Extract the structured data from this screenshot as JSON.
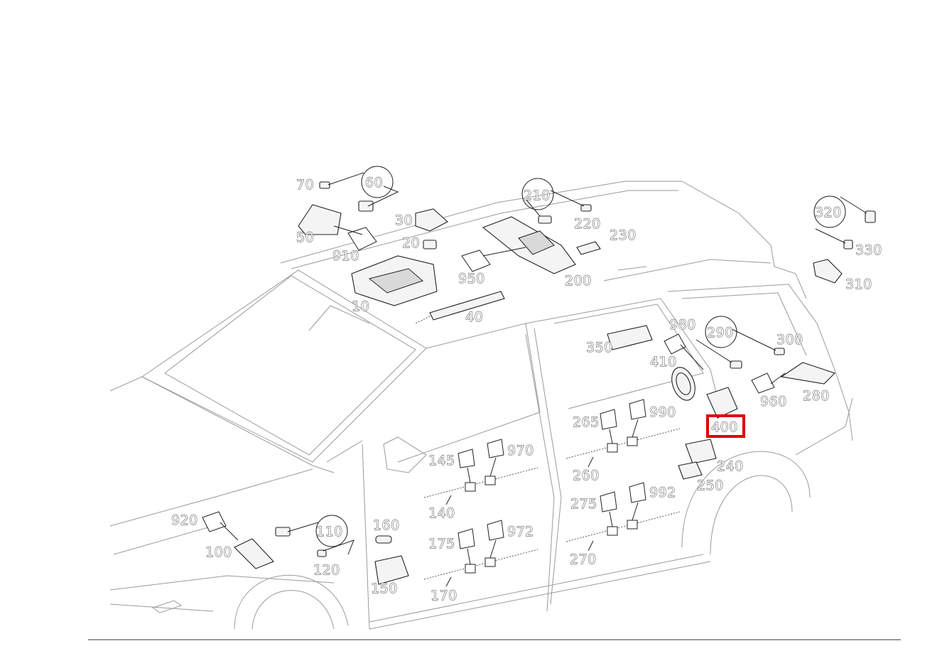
{
  "highlight": {
    "label": "400",
    "color": "#e00000"
  },
  "labels": {
    "l10": "10",
    "l20": "20",
    "l30": "30",
    "l40": "40",
    "l50": "50",
    "l60": "60",
    "l70": "70",
    "l100": "100",
    "l110": "110",
    "l120": "120",
    "l140": "140",
    "l145": "145",
    "l150": "150",
    "l160": "160",
    "l170": "170",
    "l175": "175",
    "l200": "200",
    "l210": "210",
    "l220": "220",
    "l230": "230",
    "l240": "240",
    "l250": "250",
    "l260": "260",
    "l265": "265",
    "l270": "270",
    "l275": "275",
    "l280": "280",
    "l290": "290",
    "l300": "300",
    "l310": "310",
    "l320": "320",
    "l330": "330",
    "l350": "350",
    "l400": "400",
    "l410": "410",
    "l910": "910",
    "l920": "920",
    "l950": "950",
    "l960": "960",
    "l970": "970",
    "l972": "972",
    "l980": "980",
    "l990": "990",
    "l992": "992"
  }
}
